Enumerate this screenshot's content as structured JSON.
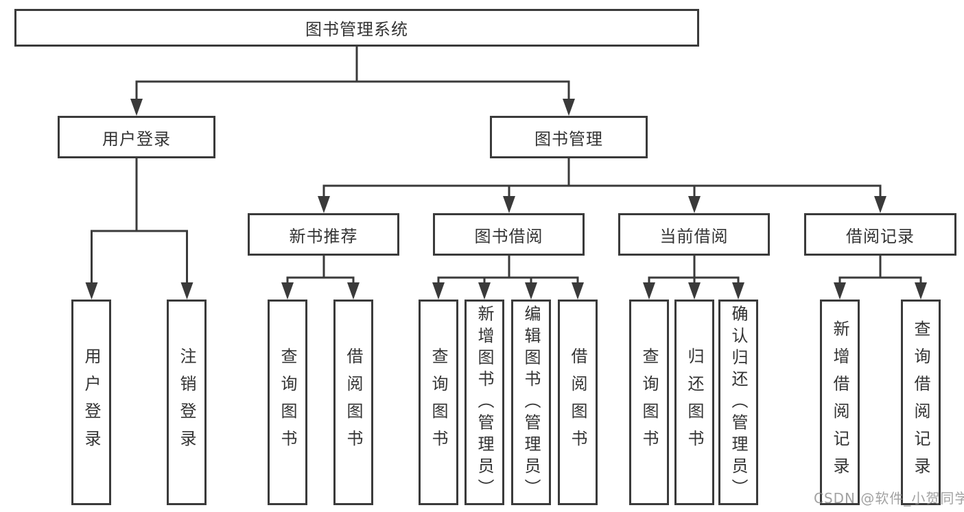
{
  "tree": {
    "label": "图书管理系统",
    "children": [
      {
        "label": "用户登录",
        "children": [
          {
            "label": "用户登录"
          },
          {
            "label": "注销登录"
          }
        ]
      },
      {
        "label": "图书管理",
        "children": [
          {
            "label": "新书推荐",
            "children": [
              {
                "label": "查询图书"
              },
              {
                "label": "借阅图书"
              }
            ]
          },
          {
            "label": "图书借阅",
            "children": [
              {
                "label": "查询图书"
              },
              {
                "label": "新增图书（管理员）"
              },
              {
                "label": "编辑图书（管理员）"
              },
              {
                "label": "借阅图书"
              }
            ]
          },
          {
            "label": "当前借阅",
            "children": [
              {
                "label": "查询图书"
              },
              {
                "label": "归还图书"
              },
              {
                "label": "确认归还（管理员）"
              }
            ]
          },
          {
            "label": "借阅记录",
            "children": [
              {
                "label": "新增借阅记录"
              },
              {
                "label": "查询借阅记录"
              }
            ]
          }
        ]
      }
    ]
  },
  "watermark": {
    "text": "CSDN @软件_小贺同学"
  },
  "colors": {
    "line": "#3a3a3a",
    "box_border": "#3a3a3a",
    "text": "#333333",
    "background": "#ffffff",
    "watermark": "#8e8e8e"
  }
}
